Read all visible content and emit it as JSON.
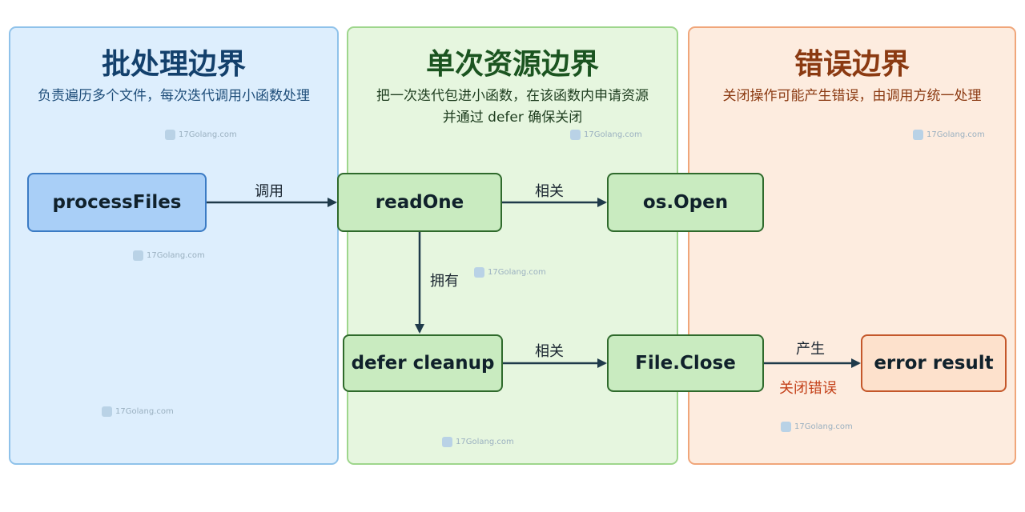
{
  "panels": {
    "batch": {
      "title": "批处理边界",
      "desc": "负责遍历多个文件，每次迭代调用小函数处理"
    },
    "single": {
      "title": "单次资源边界",
      "desc_line1": "把一次迭代包进小函数，在该函数内申请资源",
      "desc_line2": "并通过 defer 确保关闭"
    },
    "error": {
      "title": "错误边界",
      "desc": "关闭操作可能产生错误，由调用方统一处理"
    }
  },
  "nodes": {
    "processFiles": "processFiles",
    "readOne": "readOne",
    "osOpen": "os.Open",
    "deferCleanup": "defer cleanup",
    "fileClose": "File.Close",
    "errorResult": "error result"
  },
  "edges": {
    "call": "调用",
    "related_open": "相关",
    "owns": "拥有",
    "related_close": "相关",
    "produces": "产生",
    "close_error": "关闭错误"
  },
  "watermark": "17Golang.com",
  "colors": {
    "batch_bg": "#ddeefd",
    "single_bg": "#e6f6df",
    "error_bg": "#fdecdf",
    "arrow": "#1f3a4a"
  }
}
